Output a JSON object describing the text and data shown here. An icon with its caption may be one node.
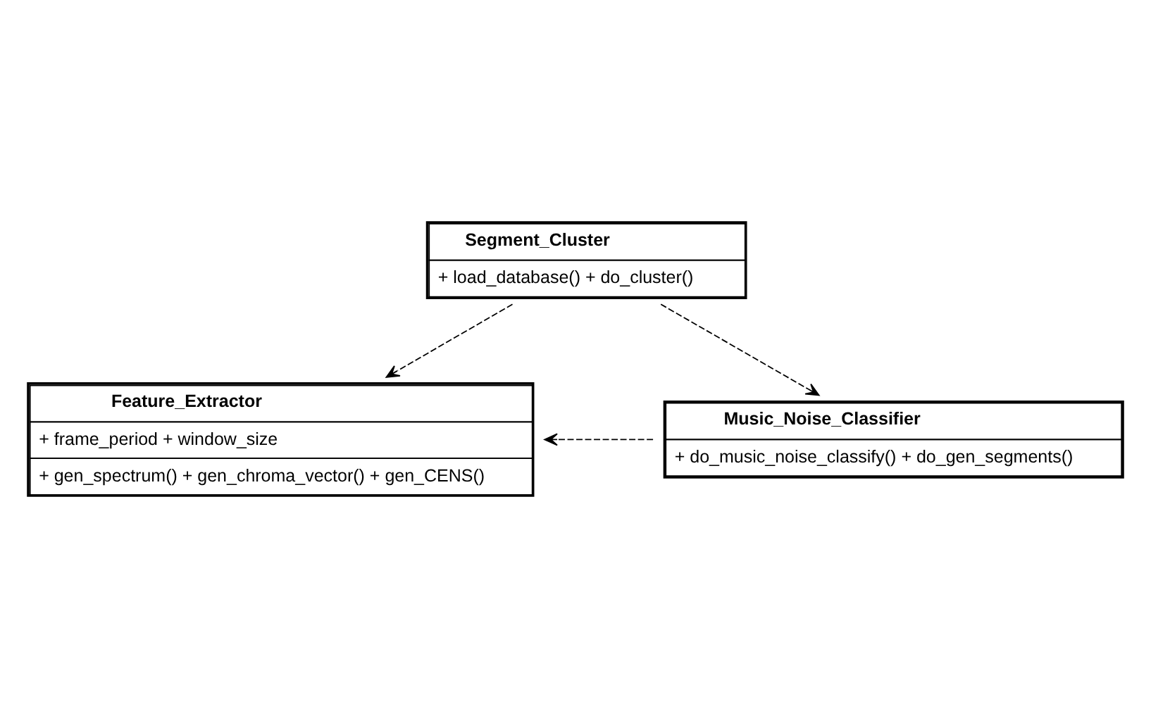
{
  "diagram": {
    "nodes": [
      {
        "text": [
          "Segment_Cluster",
          "+ load_database() + do_cluster()"
        ]
      },
      {
        "text": [
          "Feature_Extractor",
          "+ frame_period + window_size",
          "+ gen_spectrum() + gen_chroma_vector() + gen_CENS()"
        ]
      },
      {
        "text": [
          "Music_Noise_Classifier",
          "+ do_music_noise_classify() + do_gen_segments()"
        ]
      }
    ],
    "edges": [
      {
        "from": 0,
        "to": 1,
        "arrow": "to",
        "style": "dashed"
      },
      {
        "from": 0,
        "to": 2,
        "arrow": "to",
        "style": "dashed"
      },
      {
        "from": 2,
        "to": 1,
        "arrow": "to",
        "style": "dashed"
      }
    ]
  }
}
